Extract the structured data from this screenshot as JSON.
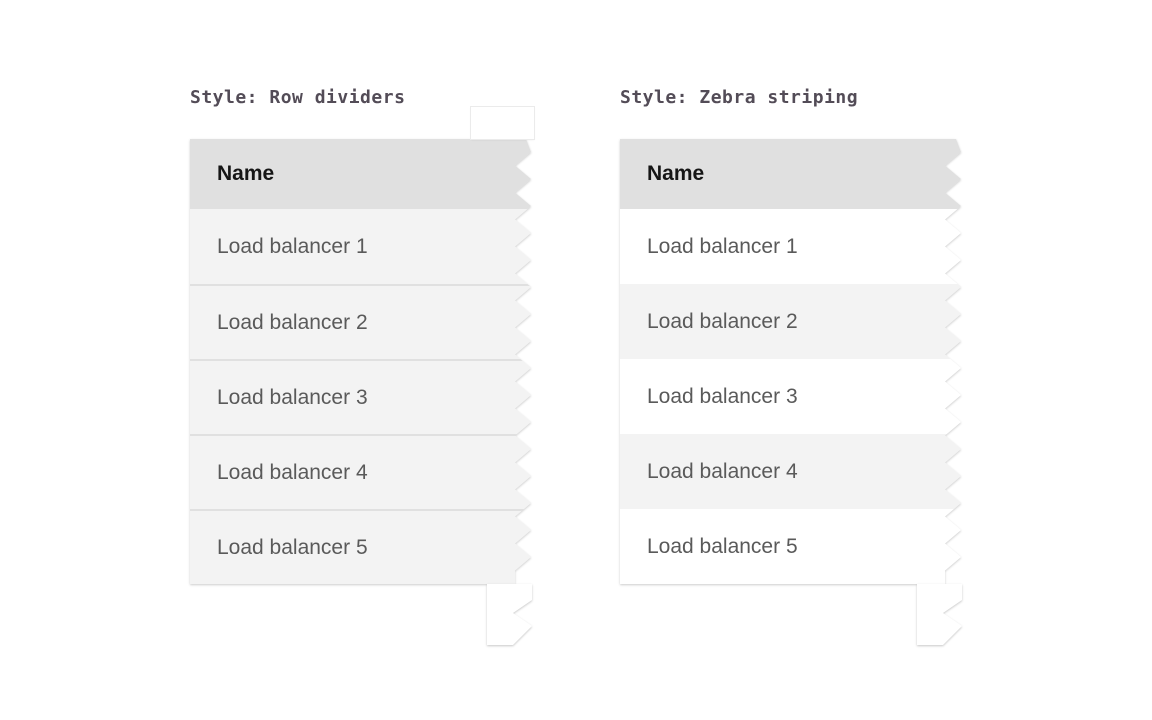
{
  "page": {
    "background": "#ffffff"
  },
  "colors": {
    "header_bg": "#e0e0e0",
    "row_bg": "#f3f3f3",
    "zebra_row_bg": "#ffffff",
    "divider": "#e0e0e0",
    "header_text": "#161616",
    "row_text": "#5a5a5a",
    "caption_text": "#534c57",
    "fragment_bg": "#ffffff"
  },
  "tables": [
    {
      "caption": "Style: Row dividers",
      "style": "row-dividers",
      "columns": [
        "Name"
      ],
      "rows": [
        "Load balancer 1",
        "Load balancer 2",
        "Load balancer 3",
        "Load balancer 4",
        "Load balancer 5"
      ]
    },
    {
      "caption": "Style: Zebra striping",
      "style": "zebra",
      "columns": [
        "Name"
      ],
      "rows": [
        "Load balancer 1",
        "Load balancer 2",
        "Load balancer 3",
        "Load balancer 4",
        "Load balancer 5"
      ]
    }
  ]
}
